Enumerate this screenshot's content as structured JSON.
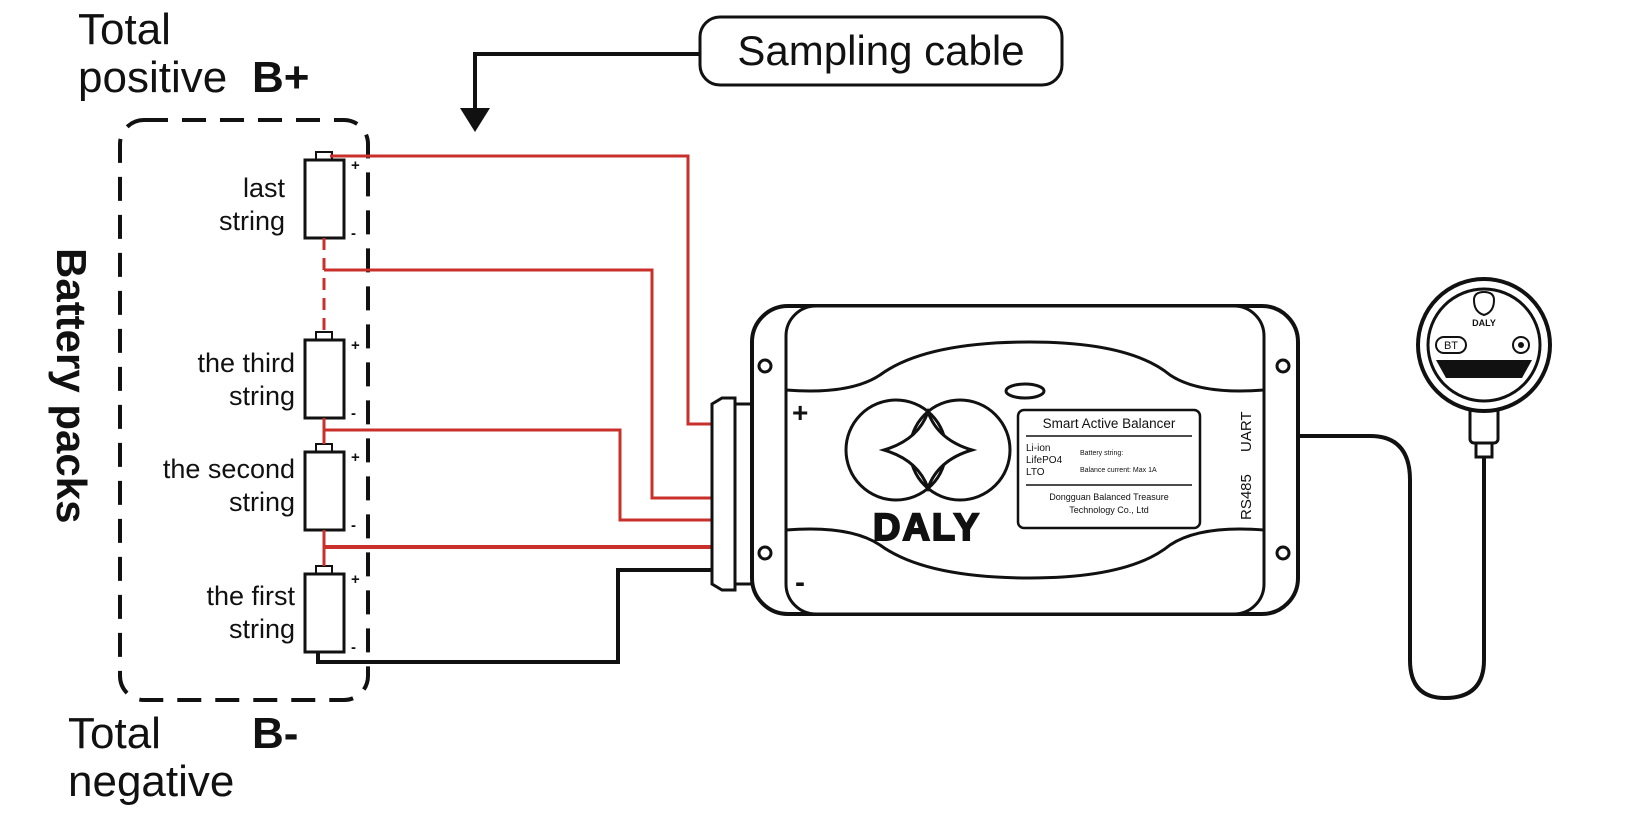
{
  "labels": {
    "total_positive_line1": "Total",
    "total_positive_line2": "positive",
    "b_plus": "B+",
    "total_negative_line1": "Total",
    "total_negative_line2": "negative",
    "b_minus": "B-",
    "battery_packs": "Battery packs",
    "sampling_cable": "Sampling cable"
  },
  "strings": [
    {
      "line1": "last",
      "line2": "string"
    },
    {
      "line1": "the third",
      "line2": "string"
    },
    {
      "line1": "the second",
      "line2": "string"
    },
    {
      "line1": "the first",
      "line2": "string"
    }
  ],
  "cell_terminals": {
    "plus": "+",
    "minus": "-"
  },
  "balancer": {
    "plus": "+",
    "minus": "-",
    "brand": "DALY",
    "plate_title": "Smart Active Balancer",
    "chemistry_1": "Li-ion",
    "chemistry_2": "LifePO4",
    "chemistry_3": "LTO",
    "spec_1": "Battery string:",
    "spec_2": "Balance current: Max 1A",
    "maker_1": "Dongguan Balanced Treasure",
    "maker_2": "Technology Co., Ltd",
    "port_uart": "UART",
    "port_rs485": "RS485"
  },
  "display": {
    "brand": "DALY",
    "bt": "BT"
  },
  "colors": {
    "wire_red": "#c9302c",
    "wire_black": "#111111",
    "outline": "#111111"
  }
}
